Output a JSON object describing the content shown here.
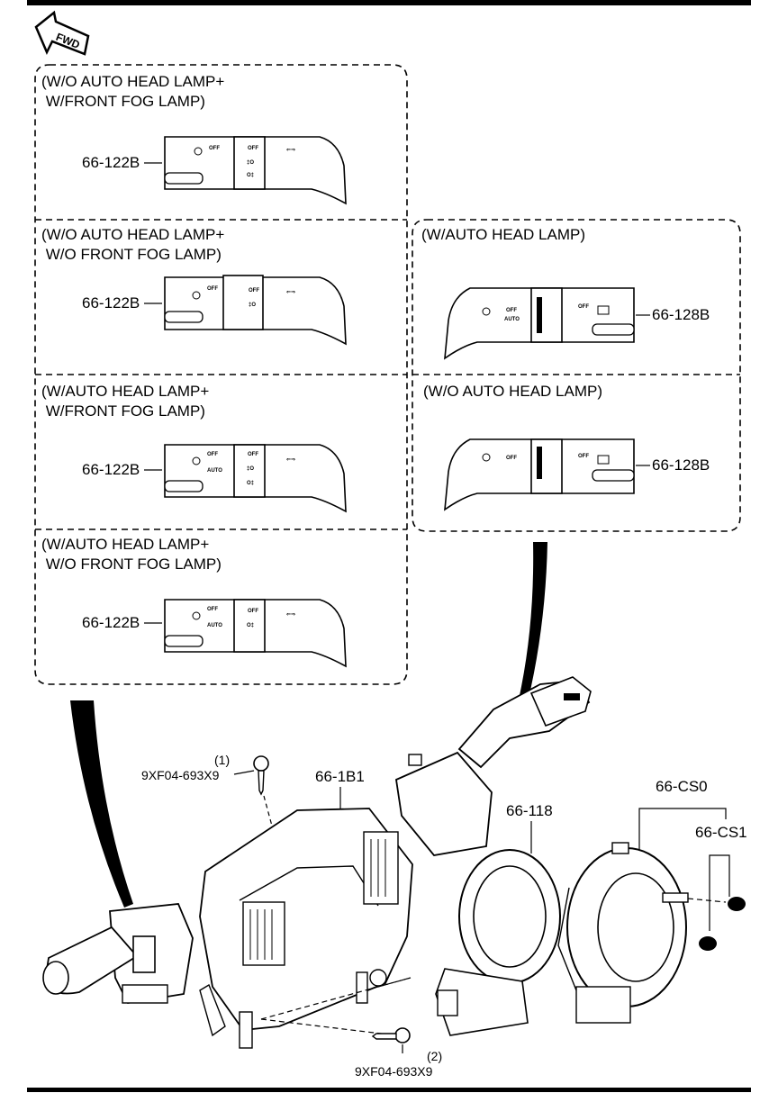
{
  "direction_badge": "FWD",
  "panels": [
    {
      "caption_line1": "(W/O AUTO HEAD LAMP+",
      "caption_line2": " W/FRONT FOG LAMP)",
      "part": "66-122B"
    },
    {
      "caption_line1": "(W/O AUTO HEAD LAMP+",
      "caption_line2": " W/O FRONT FOG LAMP)",
      "part": "66-122B"
    },
    {
      "caption_line1": "(W/AUTO HEAD LAMP+",
      "caption_line2": " W/FRONT FOG LAMP)",
      "part": "66-122B"
    },
    {
      "caption_line1": "(W/AUTO HEAD LAMP+",
      "caption_line2": " W/O FRONT FOG LAMP)",
      "part": "66-122B"
    },
    {
      "caption_line1": "(W/AUTO HEAD LAMP)",
      "part": "66-128B"
    },
    {
      "caption_line1": "(W/O AUTO HEAD LAMP)",
      "part": "66-128B"
    }
  ],
  "switch_labels": {
    "off": "OFF",
    "auto": "AUTO"
  },
  "callouts": {
    "screw1_index": "(1)",
    "screw1_part": "9XF04-693X9",
    "screw2_index": "(2)",
    "screw2_part": "9XF04-693X9",
    "housing": "66-1B1",
    "ring": "66-118",
    "clockspring": "66-CS0",
    "clockspring_sub": "66-CS1"
  }
}
